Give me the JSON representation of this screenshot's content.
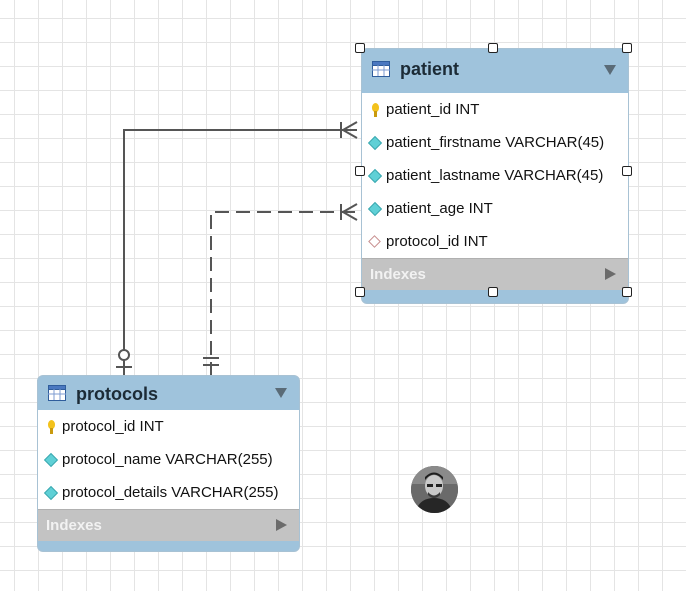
{
  "tables": {
    "patient": {
      "title": "patient",
      "columns": [
        {
          "text": "patient_id INT",
          "kind": "pk"
        },
        {
          "text": "patient_firstname VARCHAR(45)",
          "kind": "col"
        },
        {
          "text": "patient_lastname VARCHAR(45)",
          "kind": "col"
        },
        {
          "text": "patient_age INT",
          "kind": "col"
        },
        {
          "text": "protocol_id INT",
          "kind": "fk"
        }
      ],
      "indexes_label": "Indexes"
    },
    "protocols": {
      "title": "protocols",
      "columns": [
        {
          "text": "protocol_id INT",
          "kind": "pk"
        },
        {
          "text": "protocol_name VARCHAR(255)",
          "kind": "col"
        },
        {
          "text": "protocol_details VARCHAR(255)",
          "kind": "col"
        }
      ],
      "indexes_label": "Indexes"
    }
  },
  "relationships": [
    {
      "from": "protocols",
      "to": "patient",
      "style": "solid",
      "from_end": "zero-or-one",
      "to_end": "many"
    },
    {
      "from": "protocols",
      "to": "patient",
      "style": "dashed",
      "from_end": "one",
      "to_end": "many"
    }
  ],
  "colors": {
    "header": "#9fc3dc",
    "indexes_bar": "#c3c3c3",
    "grid": "#e4e4e4",
    "line": "#555555"
  }
}
